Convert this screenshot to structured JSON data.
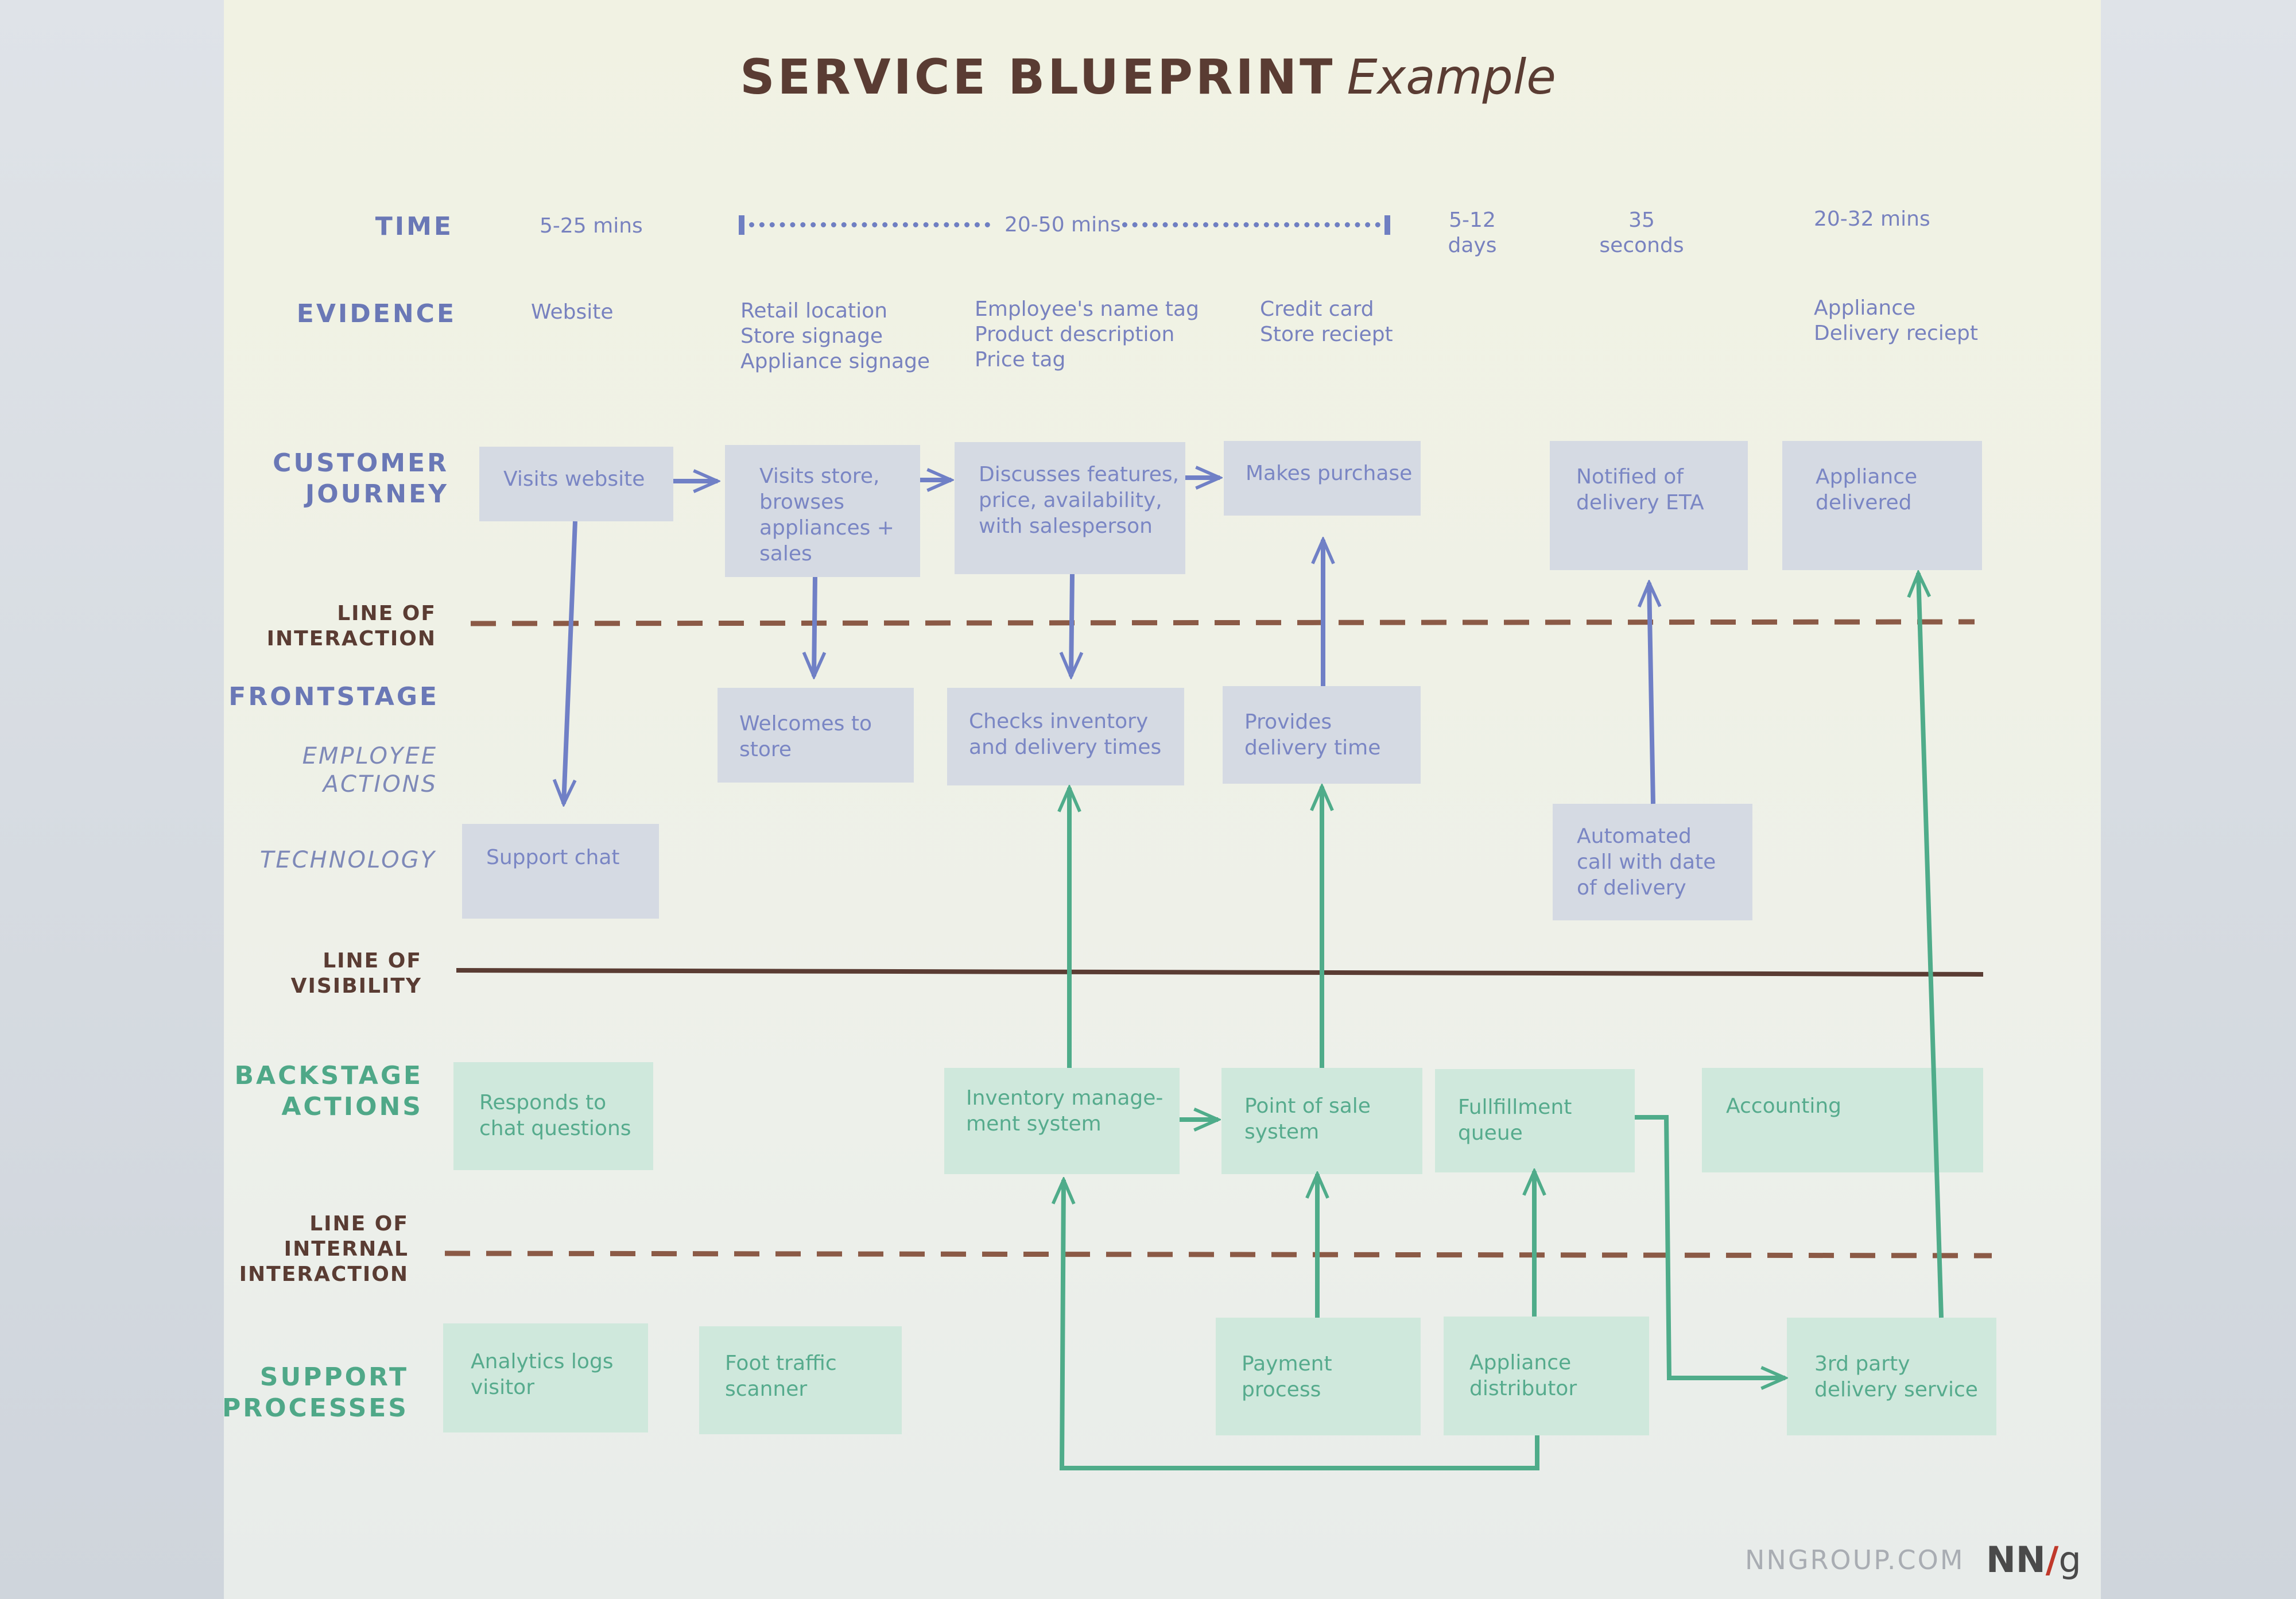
{
  "title": {
    "main": "SERVICE BLUEPRINT",
    "sub": "Example"
  },
  "lanes": {
    "time": "TIME",
    "evidence": "EVIDENCE",
    "customer_journey": "CUSTOMER\nJOURNEY",
    "line_of_interaction": "LINE OF\nINTERACTION",
    "frontstage": "FRONTSTAGE",
    "employee_actions": "EMPLOYEE\nACTIONS",
    "technology": "TECHNOLOGY",
    "line_of_visibility": "LINE OF\nVISIBILITY",
    "backstage_actions": "BACKSTAGE\nACTIONS",
    "line_of_internal_interaction": "LINE OF\nINTERNAL\nINTERACTION",
    "support_processes": "SUPPORT\nPROCESSES"
  },
  "time": [
    "5-25 mins",
    "20-50 mins",
    "5-12\ndays",
    "35\nseconds",
    "20-32 mins"
  ],
  "evidence": [
    "Website",
    "Retail location\nStore signage\nAppliance signage",
    "Employee's name tag\nProduct description\nPrice tag",
    "Credit card\nStore reciept",
    "Appliance\nDelivery reciept"
  ],
  "customer_journey": [
    "Visits website",
    "Visits store,\nbrowses\nappliances +\nsales",
    "Discusses features,\nprice, availability,\nwith salesperson",
    "Makes purchase",
    "Notified of\ndelivery ETA",
    "Appliance\ndelivered"
  ],
  "frontstage": [
    "Welcomes to\nstore",
    "Checks inventory\nand delivery times",
    "Provides\ndelivery time"
  ],
  "technology": [
    "Support chat",
    "Automated\ncall with date\nof delivery"
  ],
  "backstage": [
    "Responds to\nchat questions",
    "Inventory manage-\nment system",
    "Point of sale\nsystem",
    "Fullfillment\nqueue",
    "Accounting"
  ],
  "support": [
    "Analytics logs\nvisitor",
    "Foot traffic\nscanner",
    "Payment\nprocess",
    "Appliance\ndistributor",
    "3rd party\ndelivery service"
  ],
  "footer": {
    "site": "NNGROUP.COM",
    "logo_nn": "NN",
    "logo_slash": "/",
    "logo_g": "g"
  },
  "colors": {
    "blue_accent": "#7a86c4",
    "green_accent": "#4fa888",
    "brown": "#5a3c33",
    "blue_box": "#d5dae3",
    "green_box": "#cfe8dc"
  }
}
